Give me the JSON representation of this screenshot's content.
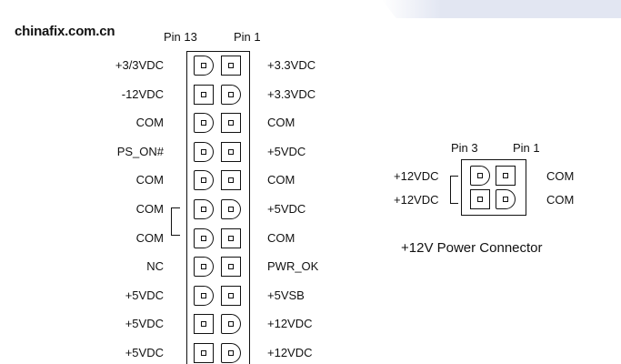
{
  "watermark": "chinafix.com.cn",
  "atx24": {
    "pin_left_header": "Pin 13",
    "pin_right_header": "Pin 1",
    "left_labels": [
      "+3/3VDC",
      "-12VDC",
      "COM",
      "PS_ON#",
      "COM",
      "COM",
      "COM",
      "NC",
      "+5VDC",
      "+5VDC",
      "+5VDC"
    ],
    "right_labels": [
      "+3.3VDC",
      "+3.3VDC",
      "COM",
      "+5VDC",
      "COM",
      "+5VDC",
      "COM",
      "PWR_OK",
      "+5VSB",
      "+12VDC",
      "+12VDC"
    ]
  },
  "p4": {
    "pin_left_header": "Pin 3",
    "pin_right_header": "Pin 1",
    "left_labels": [
      "+12VDC",
      "+12VDC"
    ],
    "right_labels": [
      "COM",
      "COM"
    ],
    "caption": "+12V Power Connector"
  }
}
